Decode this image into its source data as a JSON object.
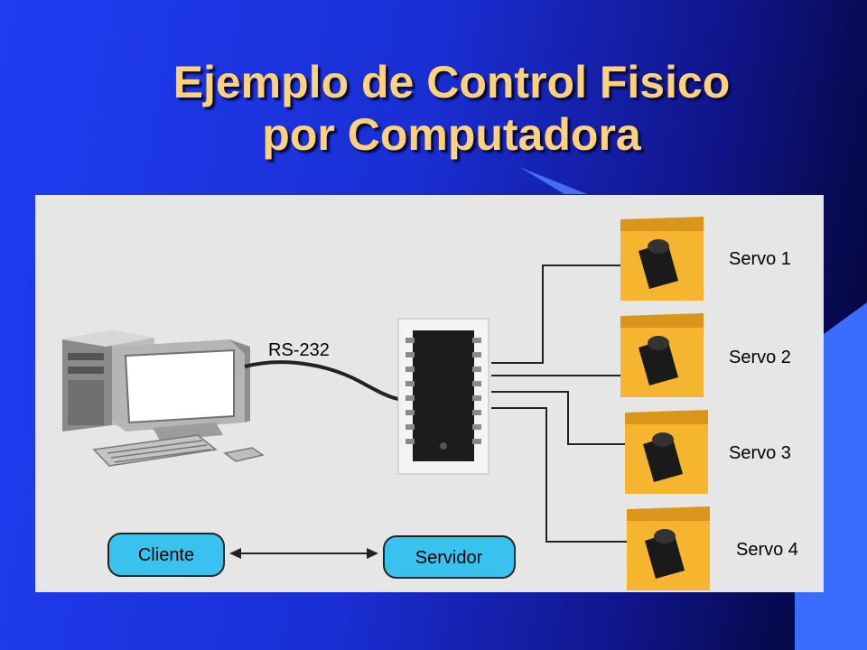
{
  "slide": {
    "title_line1": "Ejemplo de Control Fisico",
    "title_line2": "por Computadora"
  },
  "diagram": {
    "link_label": "RS-232",
    "servos": [
      "Servo 1",
      "Servo 2",
      "Servo 3",
      "Servo 4"
    ],
    "client_label": "Cliente",
    "server_label": "Servidor"
  },
  "colors": {
    "title": "#ffd27a",
    "background": "#1f3df2",
    "panel": "#e6e6e6",
    "servo_tile": "#f5b52e",
    "bubble": "#39c2ee"
  }
}
